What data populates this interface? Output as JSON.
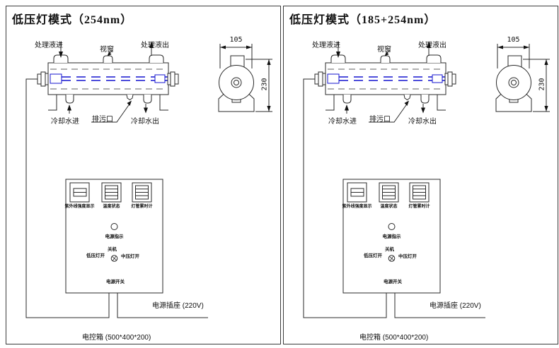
{
  "panels": [
    {
      "title": "低压灯模式（254nm）"
    },
    {
      "title": "低压灯模式（185+254nm）"
    }
  ],
  "labels": {
    "inlet": "处理液进",
    "window": "视窗",
    "outlet": "处理液出",
    "cooling_in": "冷却水进",
    "drain": "排污口",
    "cooling_out": "冷却水出",
    "meter1": "紫外线强度显示",
    "meter2": "温度状态",
    "meter3": "灯管累时计",
    "power_indicator": "电源指示",
    "off": "关机",
    "low_lamp_on": "低压灯开",
    "mid_lamp_on": "中压灯开",
    "power_switch": "电源开关",
    "power_socket": "电源插座 (220V)",
    "control_box": "电控箱 (500*400*200)",
    "dim_width": "105",
    "dim_height": "230"
  },
  "colors": {
    "lamp_blue": "#1414cf",
    "line": "#2a2a2a"
  }
}
